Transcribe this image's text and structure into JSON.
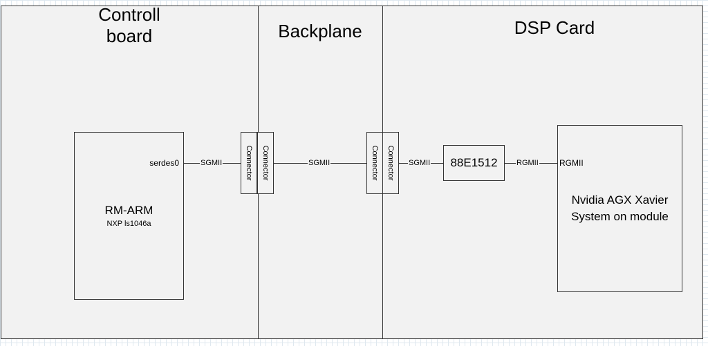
{
  "sections": {
    "control_board": {
      "line1": "Controll",
      "line2": "board"
    },
    "backplane": "Backplane",
    "dsp_card": "DSP Card"
  },
  "rm_arm": {
    "title": "RM-ARM",
    "subtitle": "NXP ls1046a",
    "port": "serdes0"
  },
  "connectors": {
    "left_a": "Connector",
    "left_b": "Connector",
    "right_a": "Connector",
    "right_b": "Connector"
  },
  "links": {
    "sgmii_1": "SGMII",
    "sgmii_2": "SGMII",
    "sgmii_3": "SGMII",
    "rgmii_1": "RGMII"
  },
  "phy": {
    "label": "88E1512"
  },
  "xavier": {
    "port": "RGMII",
    "line1": "Nvidia AGX Xavier",
    "line2": "System on module"
  },
  "colors": {
    "line": "#333333",
    "fill": "#f2f2f2",
    "grid": "#dfe8ef"
  }
}
